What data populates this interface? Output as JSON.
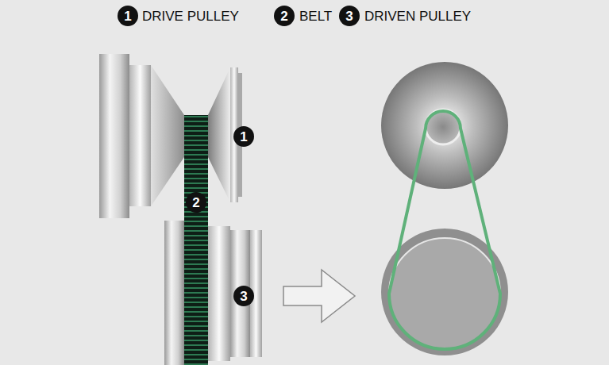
{
  "diagram": {
    "nodes": [
      {
        "text": [
          "1"
        ]
      },
      {
        "text": [
          "2"
        ]
      },
      {
        "text": [
          "3"
        ]
      },
      {
        "text": [
          "1"
        ]
      },
      {
        "text": [
          "2"
        ]
      },
      {
        "text": [
          "3"
        ]
      }
    ],
    "labels": [
      "DRIVE PULLEY",
      "BELT",
      "DRIVEN PULLEY"
    ]
  }
}
